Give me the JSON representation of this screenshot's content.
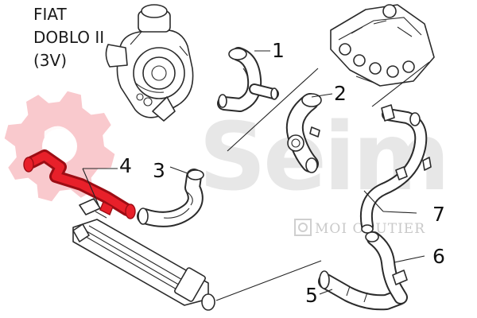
{
  "vehicle": {
    "make": "FIAT",
    "model": "DOBLO II",
    "variant": "(3V)"
  },
  "watermark": {
    "brand": "Seim",
    "subtitle": "MOI COUTIER"
  },
  "callouts": [
    "1",
    "2",
    "3",
    "4",
    "5",
    "6",
    "7"
  ],
  "highlighted_part": "4",
  "colors": {
    "highlight": "#e8202a",
    "highlight_dark": "#9c0d14",
    "gear_watermark": "#f9c9cd",
    "line": "#2b2b2b"
  }
}
